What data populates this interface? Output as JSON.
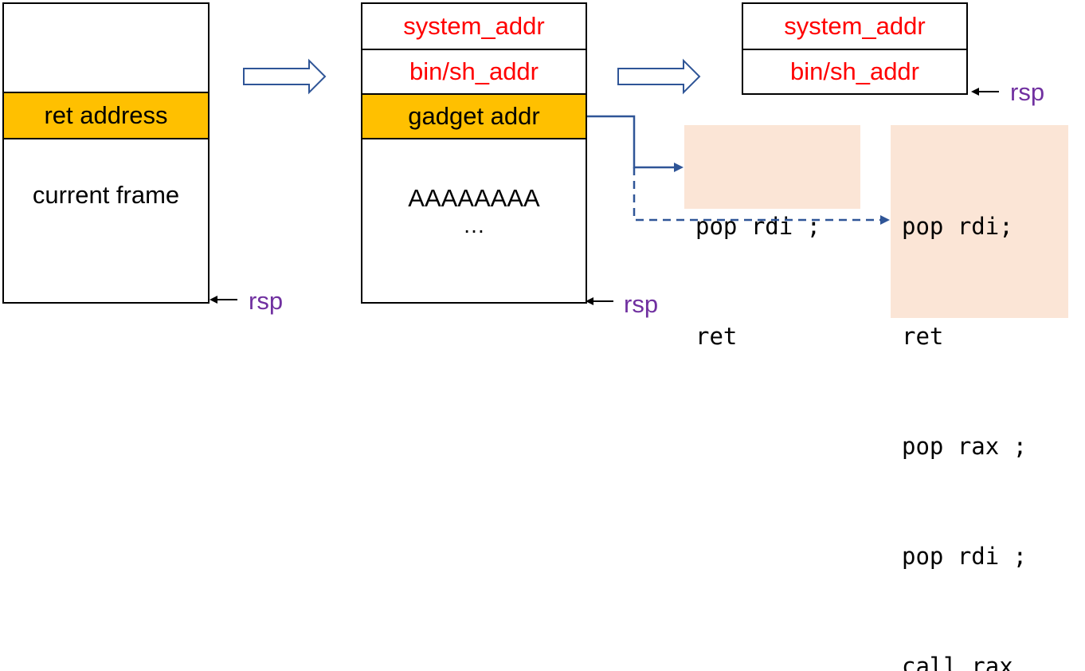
{
  "stack1": {
    "ret": "ret address",
    "frame": "current frame",
    "rsp": "rsp"
  },
  "stack2": {
    "system": "system_addr",
    "binsh": "bin/sh_addr",
    "gadget": "gadget addr",
    "padding": "AAAAAAAA",
    "ellipsis": "…",
    "rsp": "rsp"
  },
  "stack3": {
    "system": "system_addr",
    "binsh": "bin/sh_addr",
    "rsp": "rsp"
  },
  "gadget1": {
    "lines": [
      "pop rdi ;",
      "ret"
    ]
  },
  "gadget2": {
    "lines": [
      "pop rdi;",
      "ret",
      "pop rax ;",
      "pop rdi ;",
      "call rax"
    ]
  },
  "colors": {
    "highlight": "#ffc000",
    "address_text": "#ff0000",
    "rsp_text": "#7030a0",
    "code_bg": "#fbe5d6",
    "arrow_blue": "#2f5597"
  }
}
